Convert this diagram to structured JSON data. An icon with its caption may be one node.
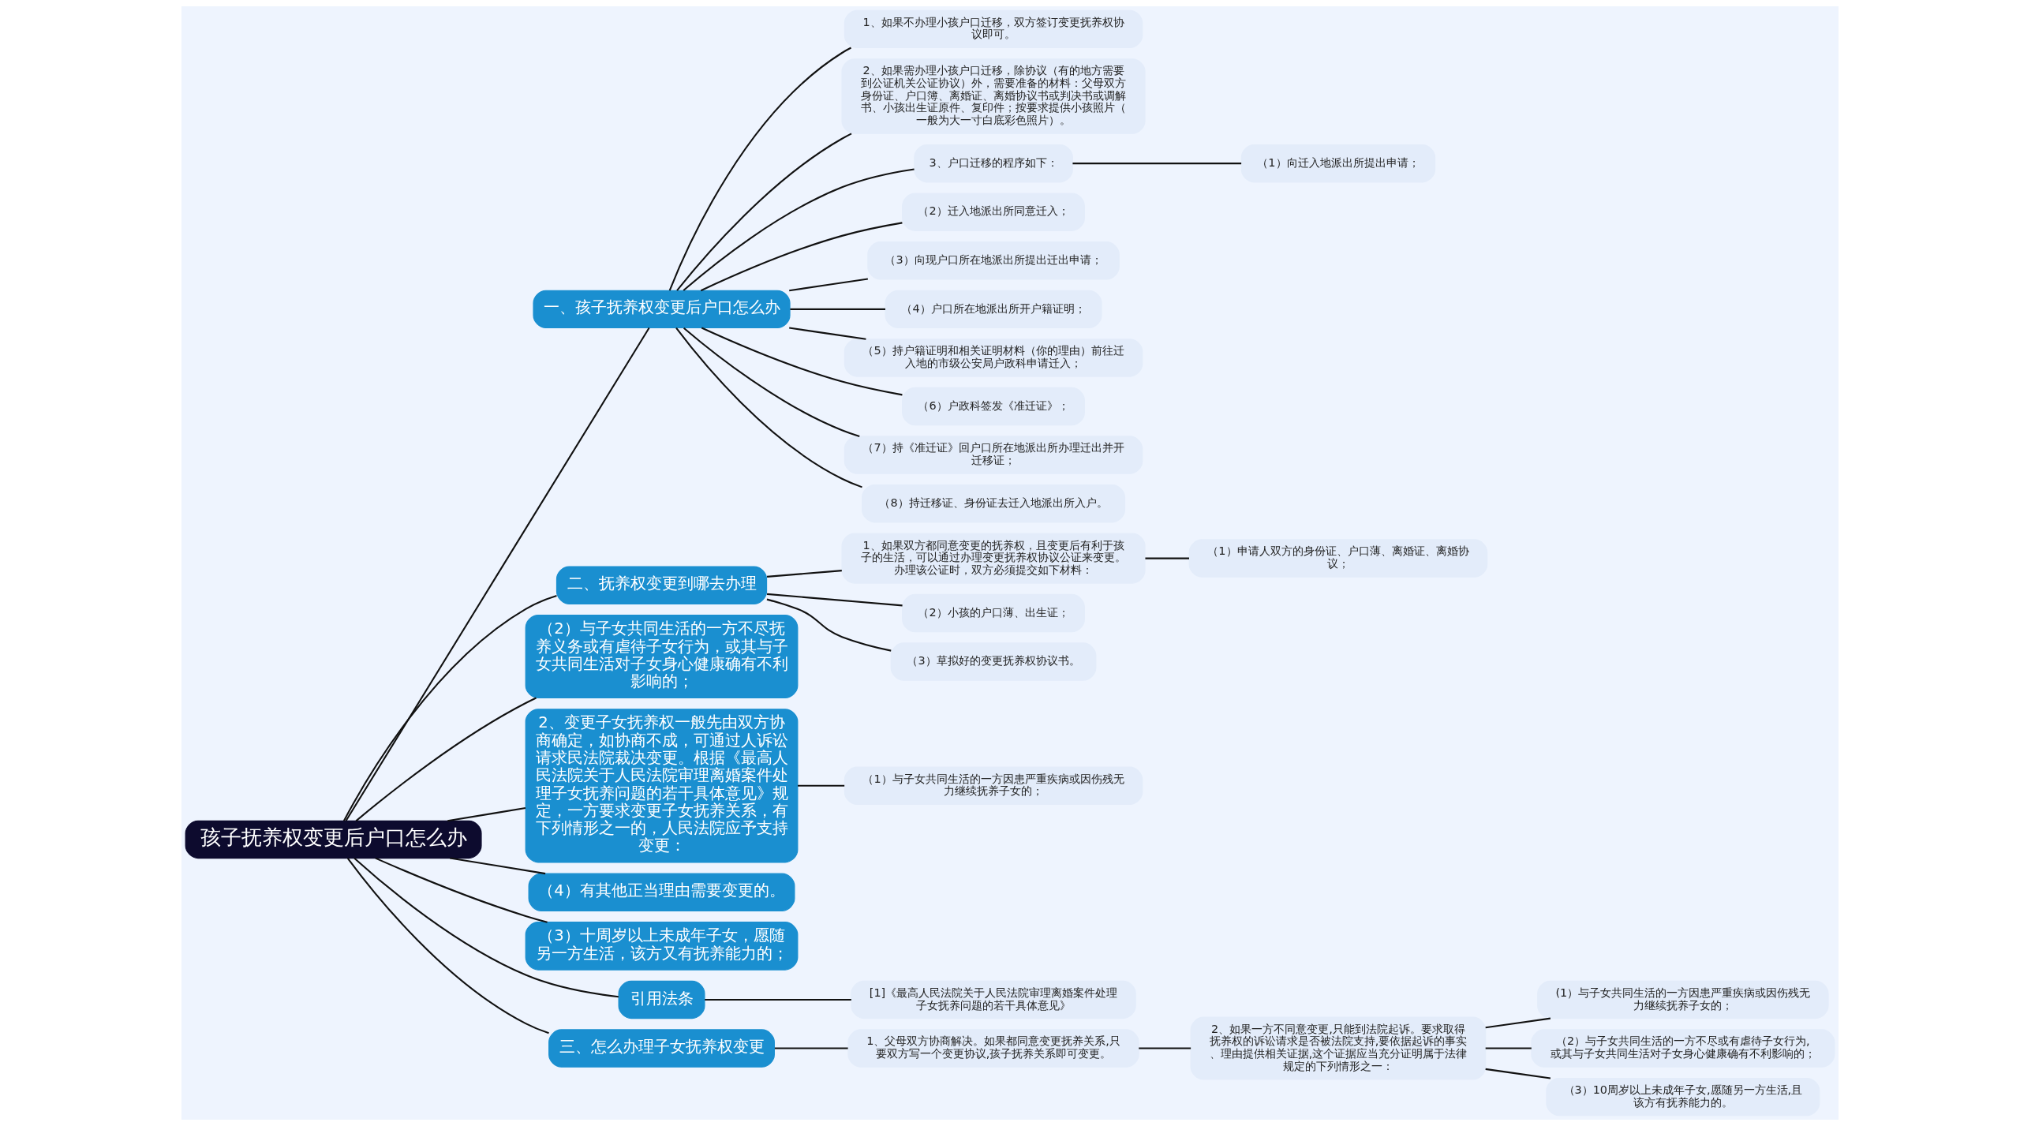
{
  "diagram": {
    "nodes": [
      {
        "text": [
          "孩子抚养权变更后户口怎么办"
        ]
      },
      {
        "text": [
          "一、孩子抚养权变更后户口怎么办"
        ]
      },
      {
        "text": [
          "1、如果不办理小孩户口迁移，双方签订变更抚养权协议即可。"
        ]
      },
      {
        "text": [
          "2、如果需办理小孩户口迁移，除协议（有的地方需要到公证机关公证协议）外，需要准备的材料：父母双方身份证、户口簿、离婚证、离婚协议书或判决书或调解书、小孩出生证原件、复印件；按要求提供小孩照片（一般为大一寸白底彩色照片）。"
        ]
      },
      {
        "text": [
          "3、户口迁移的程序如下："
        ]
      },
      {
        "text": [
          "（1）向迁入地派出所提出申请；"
        ]
      },
      {
        "text": [
          "（2）迁入地派出所同意迁入；"
        ]
      },
      {
        "text": [
          "（3）向现户口所在地派出所提出迁出申请；"
        ]
      },
      {
        "text": [
          "（4）户口所在地派出所开户籍证明；"
        ]
      },
      {
        "text": [
          "（5）持户籍证明和相关证明材料（你的理由）前往迁入地的市级公安局户政科申请迁入；"
        ]
      },
      {
        "text": [
          "（6）户政科签发《准迁证》；"
        ]
      },
      {
        "text": [
          "（7）持《准迁证》回户口所在地派出所办理迁出并开迁移证；"
        ]
      },
      {
        "text": [
          "（8）持迁移证、身份证去迁入地派出所入户。"
        ]
      },
      {
        "text": [
          "二、抚养权变更到哪去办理"
        ]
      },
      {
        "text": [
          "1、如果双方都同意变更的抚养权，且变更后有利于孩子的生活，可以通过办理变更抚养权协议公证来变更。办理该公证时，双方必须提交如下材料："
        ]
      },
      {
        "text": [
          "（1）申请人双方的身份证、户口薄、离婚证、离婚协议；"
        ]
      },
      {
        "text": [
          "（2）小孩的户口薄、出生证；"
        ]
      },
      {
        "text": [
          "（3）草拟好的变更抚养权协议书。"
        ]
      },
      {
        "text": [
          "（2）与子女共同生活的一方不尽抚养义务或有虐待子女行为，或其与子女共同生活对子女身心健康确有不利影响的；"
        ]
      },
      {
        "text": [
          "2、变更子女抚养权一般先由双方协商确定，如协商不成，可通过人诉讼请求民法院裁决变更。根据《最高人民法院关于人民法院审理离婚案件处理子女抚养问题的若干具体意见》规定，一方要求变更子女抚养关系，有下列情形之一的，人民法院应予支持变更："
        ]
      },
      {
        "text": [
          "（1）与子女共同生活的一方因患严重疾病或因伤残无力继续抚养子女的；"
        ]
      },
      {
        "text": [
          "（4）有其他正当理由需要变更的。"
        ]
      },
      {
        "text": [
          "（3）十周岁以上未成年子女，愿随另一方生活，该方又有抚养能力的；"
        ]
      },
      {
        "text": [
          "引用法条"
        ]
      },
      {
        "text": [
          "[1]《最高人民法院关于人民法院审理离婚案件处理子女抚养问题的若干具体意见》"
        ]
      },
      {
        "text": [
          "三、怎么办理子女抚养权变更"
        ]
      },
      {
        "text": [
          "1、父母双方协商解决。如果都同意变更抚养关系,只要双方写一个变更协议,孩子抚养关系即可变更。"
        ]
      },
      {
        "text": [
          "2、如果一方不同意变更,只能到法院起诉。要求取得抚养权的诉讼请求是否被法院支持,要依据起诉的事实、理由提供相关证据,这个证据应当充分证明属于法律规定的下列情形之一："
        ]
      },
      {
        "text": [
          "(1）与子女共同生活的一方因患严重疾病或因伤残无力继续抚养子女的；"
        ]
      },
      {
        "text": [
          "（2）与子女共同生活的一方不尽或有虐待子女行为,或其与子女共同生活对子女身心健康确有不利影响的；"
        ]
      },
      {
        "text": [
          "（3）10周岁以上未成年子女,愿随另一方生活,且该方有抚养能力的。"
        ]
      }
    ],
    "edges": [
      {
        "from": 0,
        "to": 1,
        "arrow": "none"
      },
      {
        "from": 1,
        "to": 2,
        "arrow": "none"
      },
      {
        "from": 1,
        "to": 3,
        "arrow": "none"
      },
      {
        "from": 1,
        "to": 4,
        "arrow": "none"
      },
      {
        "from": 4,
        "to": 5,
        "arrow": "none"
      },
      {
        "from": 1,
        "to": 6,
        "arrow": "none"
      },
      {
        "from": 1,
        "to": 7,
        "arrow": "none"
      },
      {
        "from": 1,
        "to": 8,
        "arrow": "none"
      },
      {
        "from": 1,
        "to": 9,
        "arrow": "none"
      },
      {
        "from": 1,
        "to": 10,
        "arrow": "none"
      },
      {
        "from": 1,
        "to": 11,
        "arrow": "none"
      },
      {
        "from": 1,
        "to": 12,
        "arrow": "none"
      },
      {
        "from": 0,
        "to": 13,
        "arrow": "none"
      },
      {
        "from": 13,
        "to": 14,
        "arrow": "none"
      },
      {
        "from": 14,
        "to": 15,
        "arrow": "none"
      },
      {
        "from": 13,
        "to": 16,
        "arrow": "none"
      },
      {
        "from": 13,
        "to": 17,
        "arrow": "none"
      },
      {
        "from": 0,
        "to": 18,
        "arrow": "none"
      },
      {
        "from": 0,
        "to": 19,
        "arrow": "none"
      },
      {
        "from": 19,
        "to": 20,
        "arrow": "none"
      },
      {
        "from": 0,
        "to": 21,
        "arrow": "none"
      },
      {
        "from": 0,
        "to": 22,
        "arrow": "none"
      },
      {
        "from": 0,
        "to": 23,
        "arrow": "none"
      },
      {
        "from": 23,
        "to": 24,
        "arrow": "none"
      },
      {
        "from": 0,
        "to": 25,
        "arrow": "none"
      },
      {
        "from": 25,
        "to": 26,
        "arrow": "none"
      },
      {
        "from": 26,
        "to": 27,
        "arrow": "none"
      },
      {
        "from": 27,
        "to": 28,
        "arrow": "none"
      },
      {
        "from": 27,
        "to": 29,
        "arrow": "none"
      },
      {
        "from": 27,
        "to": 30,
        "arrow": "none"
      }
    ]
  }
}
